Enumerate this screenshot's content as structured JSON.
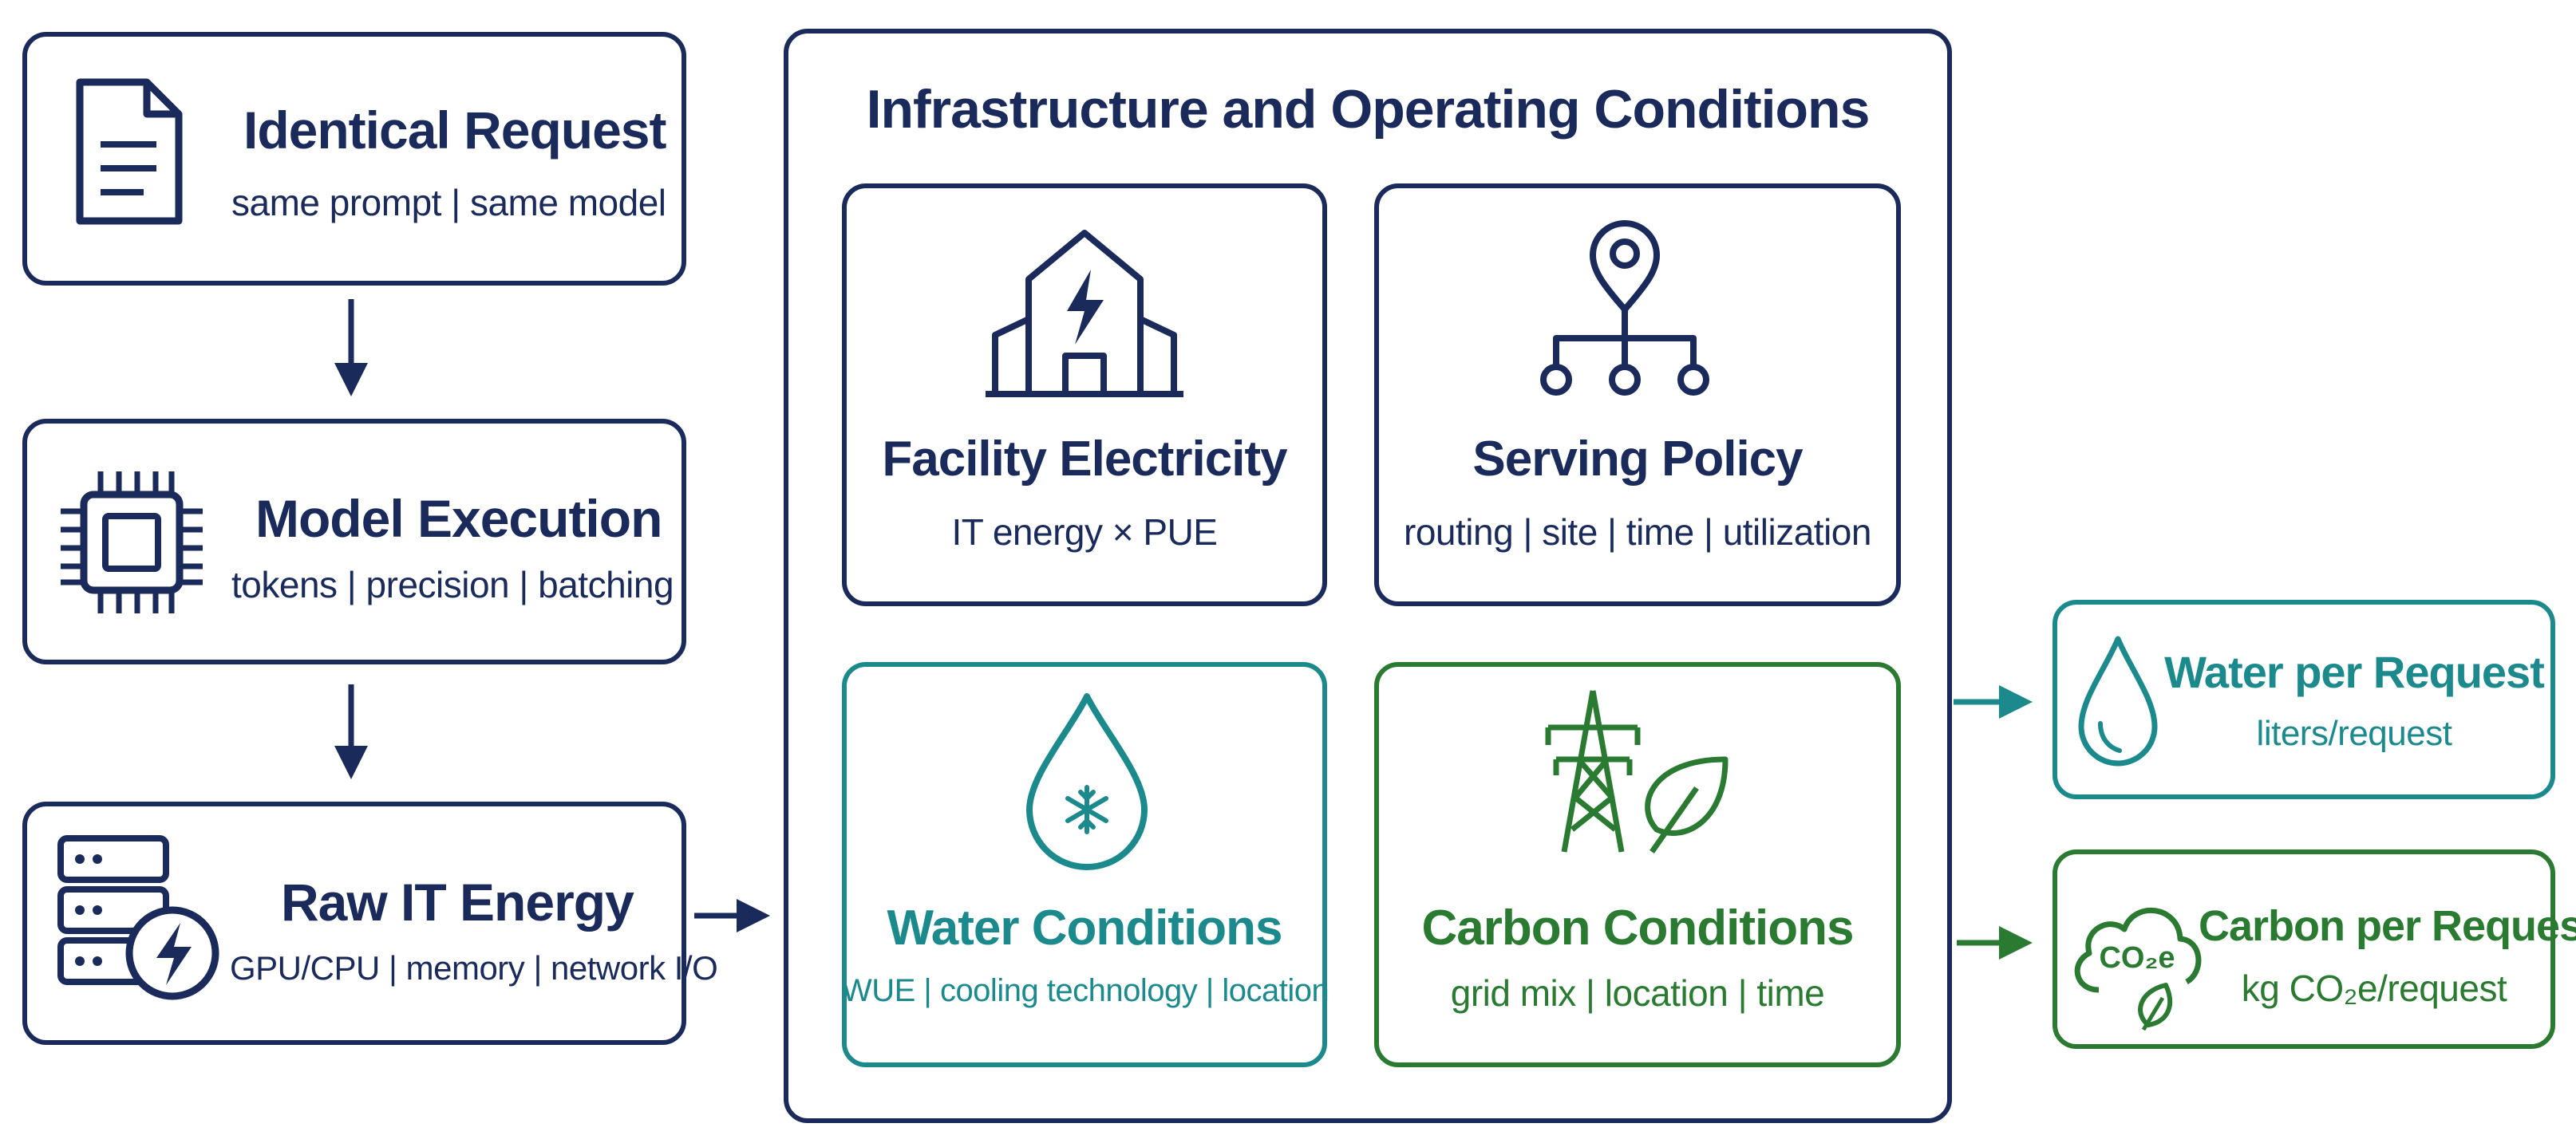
{
  "left": {
    "request": {
      "title": "Identical Request",
      "subtitle": "same prompt | same model",
      "icon": "document-icon"
    },
    "execution": {
      "title": "Model Execution",
      "subtitle": "tokens | precision | batching",
      "icon": "chip-icon"
    },
    "energy": {
      "title": "Raw IT Energy",
      "subtitle": "GPU/CPU | memory | network I/O",
      "icon": "server-power-icon"
    }
  },
  "infrastructure": {
    "title": "Infrastructure and Operating Conditions",
    "facility": {
      "title": "Facility Electricity",
      "subtitle": "IT energy × PUE",
      "icon": "power-building-icon"
    },
    "serving": {
      "title": "Serving Policy",
      "subtitle": "routing | site | time | utilization",
      "icon": "location-routing-icon"
    },
    "water": {
      "title": "Water Conditions",
      "subtitle": "WUE | cooling technology | location",
      "icon": "water-cooling-drop-icon"
    },
    "carbon": {
      "title": "Carbon Conditions",
      "subtitle": "grid mix | location | time",
      "icon": "pylon-leaf-icon"
    }
  },
  "outputs": {
    "water": {
      "title": "Water per Request",
      "subtitle": "liters/request",
      "icon": "water-drop-icon"
    },
    "carbon": {
      "title": "Carbon per Request",
      "subtitle": "kg CO₂e/request",
      "icon_label": "CO₂e",
      "icon": "co2-cloud-leaf-icon"
    }
  },
  "colors": {
    "navy": "#1a2a5a",
    "teal": "#1c8a8c",
    "green": "#2a7a32"
  }
}
